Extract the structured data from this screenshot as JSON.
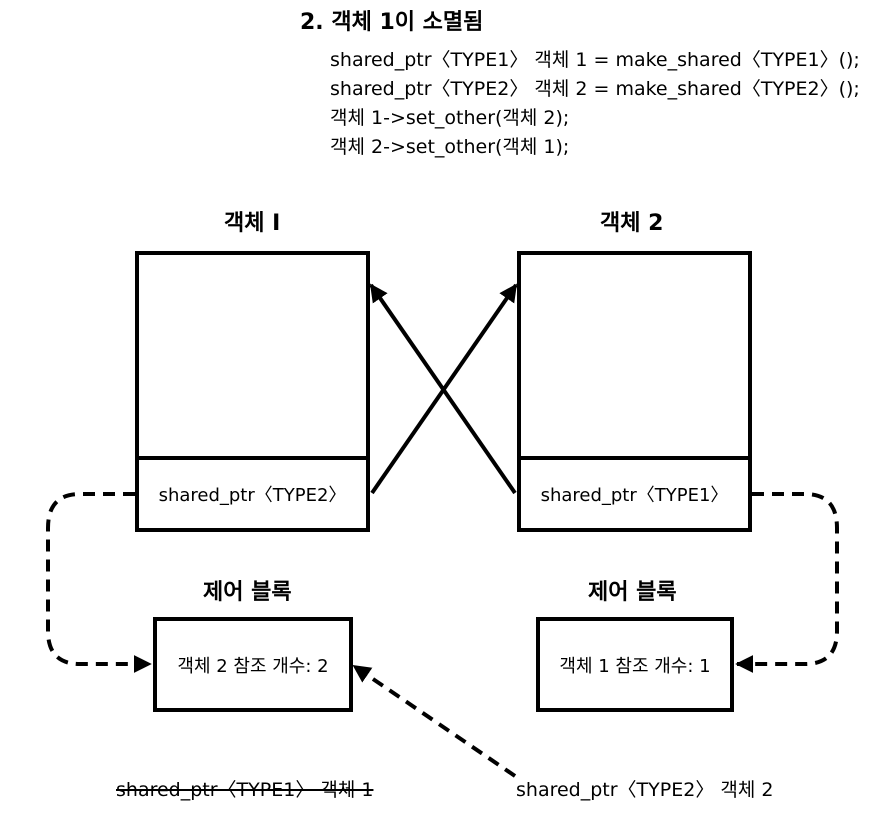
{
  "heading": "2. 객체 1이 소멸됨",
  "code_lines": [
    "shared_ptr〈TYPE1〉 객체 1 = make_shared〈TYPE1〉();",
    "shared_ptr〈TYPE2〉 객체 2 = make_shared〈TYPE2〉();",
    "객체 1->set_other(객체 2);",
    "객체 2->set_other(객체 1);"
  ],
  "objects": [
    {
      "title": "객체 I",
      "member": "shared_ptr〈TYPE2〉"
    },
    {
      "title": "객체 2",
      "member": "shared_ptr〈TYPE1〉"
    }
  ],
  "control_blocks": [
    {
      "title": "제어 블록",
      "text": "객체 2 참조 개수: 2"
    },
    {
      "title": "제어 블록",
      "text": "객체 1 참조 개수: 1"
    }
  ],
  "variables": [
    {
      "text": "shared_ptr〈TYPE1〉 객체 1",
      "destroyed": true
    },
    {
      "text": "shared_ptr〈TYPE2〉 객체 2",
      "destroyed": false
    }
  ]
}
